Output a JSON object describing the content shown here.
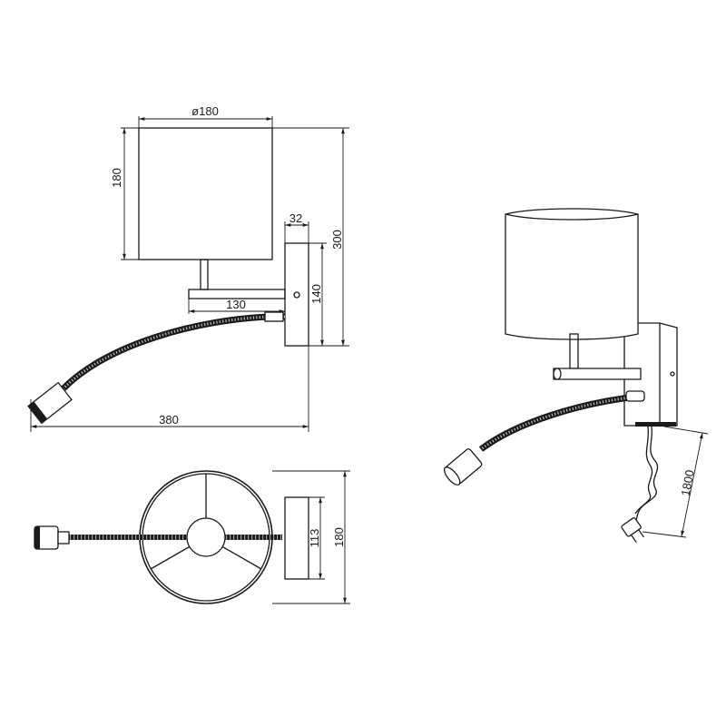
{
  "dimensions": {
    "shade_diameter": "ø180",
    "shade_height": "180",
    "total_height": "300",
    "mount_depth": "32",
    "mount_height": "140",
    "arm_length": "130",
    "total_length": "380",
    "base_width": "113",
    "top_depth": "180",
    "cable_length": "1800"
  },
  "colors": {
    "line": "#1a1a1a",
    "background": "#ffffff"
  }
}
